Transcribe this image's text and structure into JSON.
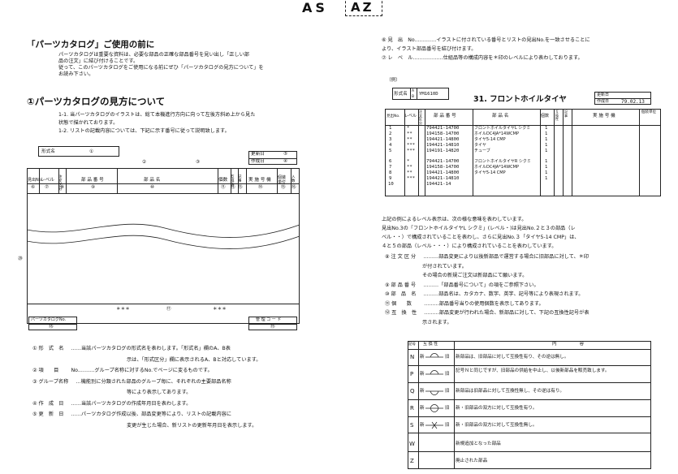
{
  "header": {
    "code_left": "AS",
    "code_right": "AZ"
  },
  "left": {
    "title": "「パーツカタログ」ご使用の前に",
    "intro": [
      "パーツカタログは重要な資料は、必要な部品の正確な部品番号を見い出し「正しい部",
      "品の注文」に結び付けることです。",
      "従って、このパーツカタログをご使用になる前にぜひ「パーツカタログの見方について」を",
      "お読み下さい。"
    ],
    "section_title": "①パーツカタログの見方について",
    "points": [
      "1-1.  当パーツカタログのイラストは、総て本機進行方向に向って左後方斜め上から見た",
      "         状態で描かれております。",
      "1-2.  リストの記載内容については、下記に示す番号に従って説明致します。"
    ],
    "form": {
      "model_label": "形式名",
      "model_num": "①",
      "num2": "②",
      "num3": "③",
      "update_label": "更新日",
      "update_num": "⑤",
      "create_label": "作成日",
      "create_num": "④",
      "columns": [
        "見出No.",
        "レベル",
        "注文区分",
        "部 品 番 号",
        "部 品 名",
        "個数",
        "互換性",
        "記事",
        "実 施 号 機",
        "個装単位",
        "入数"
      ],
      "col_nums": [
        "⑥",
        "⑦",
        "⑧",
        "⑨",
        "⑩",
        "⑪",
        "⑫",
        "⑬",
        "⑭",
        "⑮",
        "⑯"
      ],
      "side_num": "⑳",
      "stars_left": "＊＊＊",
      "num17": "⑰",
      "stars_right": "＊＊＊",
      "catalog_label": "パーツカタログNo.",
      "catalog_num": "⑱",
      "mgmt_label": "管 理 コ ー ド",
      "mgmt_num": "⑲"
    },
    "defs": [
      {
        "n": "①",
        "label": "形　式　名",
        "text": "当該パーツカタログの形式名を表わします。「形式名」欄のA、B表"
      },
      {
        "n": "",
        "label": "",
        "text": "示は、「形式区分」欄に表示されるA、Bと対応しています。"
      },
      {
        "n": "②",
        "label": "項　　目",
        "text": "No.………グループ名称に対するNo.でページに変るものです。"
      },
      {
        "n": "③",
        "label": "グループ名称",
        "text": "機能別に分類された部品のグループ毎に、それぞれの主要部品名称"
      },
      {
        "n": "",
        "label": "",
        "text": "等により表示してあります。"
      },
      {
        "n": "④",
        "label": "作　成　日",
        "text": "当該パーツカタログの作成年月日を表わします。"
      },
      {
        "n": "⑤",
        "label": "更　新　日",
        "text": "パーツカタログ作成以後、部品変更等により、リストの記載内容に"
      },
      {
        "n": "",
        "label": "",
        "text": "変更が生じた場合、新リストの更新年月日を表示します。"
      }
    ]
  },
  "right": {
    "top_defs": [
      "⑥ 見　出　No.…………イラストに付されている番号とリストの見出No.を一致させることに",
      "                              より、イラスト部品番号を結び付けます。",
      "⑦ レ　ベ　ル………………仕組品等の構成内容を＊印のレベルにより表わしております。"
    ],
    "example_label": "（例）",
    "example": {
      "model_label": "形式名",
      "ab": [
        "A",
        "B"
      ],
      "model": "YM1610D",
      "title": "31. フロントホイルタイヤ",
      "update_label": "更新日",
      "create_label": "作成日",
      "create_date": "79.02.13",
      "headers": [
        "見出No.",
        "レベル",
        "注文区分",
        "部 品 番 号",
        "部 品 名",
        "個数",
        "互換性",
        "記事",
        "実 施 号 機",
        "個装単位"
      ],
      "rows": [
        [
          "1",
          "*",
          "794421-14700",
          "フロントホイルタイヤL シクミ",
          "1"
        ],
        [
          "2",
          "**",
          "194158-14700",
          "ホイルDC4JA*14WCMP",
          "1"
        ],
        [
          "3",
          "**",
          "194421-14800",
          "タイヤ5-14 CMP",
          "1"
        ],
        [
          "4",
          "***",
          "194421-14810",
          "タイヤ",
          "1"
        ],
        [
          "5",
          "***",
          "194191-14820",
          "チューブ",
          "1"
        ],
        [
          "",
          "",
          "",
          "",
          ""
        ],
        [
          "6",
          "*",
          "794421-14700",
          "フロントホイルタイヤR シクミ",
          "1"
        ],
        [
          "7",
          "**",
          "194158-14700",
          "ホイルDC4JA*14WCMP",
          "1"
        ],
        [
          "8",
          "**",
          "194421-14800",
          "タイヤ5-14 CMP",
          "1"
        ],
        [
          "9",
          "***",
          "194421-14810",
          "",
          "1"
        ],
        [
          "10",
          "",
          "194421-14",
          "",
          ""
        ]
      ]
    },
    "explain": [
      "上記の例によるレベル表示は、次の様な意味を表わしています。",
      "     見出No.3の「フロントホイルタイヤL シクミ」(レベル・)は見出No.２と３の部品（レ",
      "     ベル・・）で構成されていることを表わし、さらに見出No.３「タイヤ5-14 CMP」は、",
      "     ４と５の部品（レベル・・・）により構成されていることを表わしています。"
    ],
    "defs": [
      {
        "n": "⑧",
        "label": "注 文 区 分",
        "text": "………部品変更により以後新部品で運営する場合に旧部品に対して、＊印"
      },
      {
        "n": "",
        "label": "",
        "text": "              が付されています。"
      },
      {
        "n": "",
        "label": "",
        "text": "              その場合の新規ご注文は新部品にて願います。"
      },
      {
        "n": "⑨",
        "label": "部 品 番 号",
        "text": "………「部品番号について」の項をご参照下さい。"
      },
      {
        "n": "⑩",
        "label": "部　品　名",
        "text": "………部品名は、カタカナ、数字、英字、記号等により表現されます。"
      },
      {
        "n": "⑪",
        "label": "個　　数",
        "text": "………部品番号当りの使用個数を表示してあります。"
      },
      {
        "n": "⑫",
        "label": "互　換　性",
        "text": "………部品変更が行われた場合、新部品に対して、下記の互換性記号が表"
      },
      {
        "n": "",
        "label": "",
        "text": "              示されます。"
      }
    ],
    "compat": {
      "headers": [
        "記号",
        "互 換 性",
        "内　　　　　容"
      ],
      "new": "新",
      "old": "旧",
      "rows": [
        {
          "sym": "N",
          "text": "新部品は、旧部品に対して互換性有り、その逆は無し。"
        },
        {
          "sym": "P",
          "text": "記号Ｎと同じですが、旧部品の供給を中止し、以後新部品を販売致します。"
        },
        {
          "sym": "Q",
          "text": "新部品は旧部品に対して互換性無し、その逆は有り。"
        },
        {
          "sym": "R",
          "text": "新・旧部品の双方に対して互換性有り。"
        },
        {
          "sym": "S",
          "text": "新・旧部品の双方に対して互換性無し。"
        },
        {
          "sym": "W",
          "text": "新規追加となった部品"
        },
        {
          "sym": "Z",
          "text": "廃止された部品"
        }
      ]
    }
  }
}
